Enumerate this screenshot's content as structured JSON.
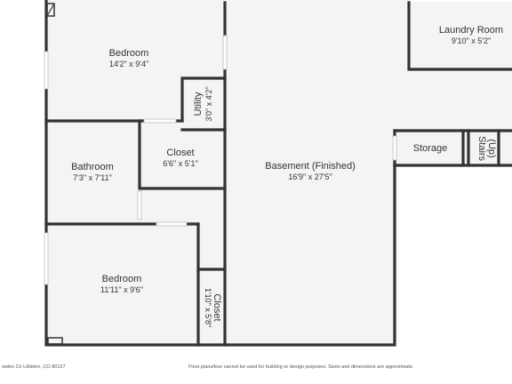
{
  "rooms": {
    "bedroom1": {
      "name": "Bedroom",
      "dim": "14'2\" x 9'4\""
    },
    "utility": {
      "name": "Utility",
      "dim": "3'0\" x 4'2\""
    },
    "closet1": {
      "name": "Closet",
      "dim": "6'6\" x 5'1\""
    },
    "bathroom": {
      "name": "Bathroom",
      "dim": "7'3\" x 7'11\""
    },
    "basement": {
      "name": "Basement (Finished)",
      "dim": "16'9\" x 27'5\""
    },
    "laundry": {
      "name": "Laundry Room",
      "dim": "9'10\" x 5'2\""
    },
    "storage": {
      "name": "Storage"
    },
    "stairs": {
      "name": "Stairs",
      "note": "(Up)"
    },
    "bedroom2": {
      "name": "Bedroom",
      "dim": "11'11\" x 9'6\""
    },
    "closet2": {
      "name": "Closet",
      "dim": "1'10\" x 5'8\""
    }
  },
  "footer": {
    "address": "owles Cir Littleton, CO 80127",
    "disclaimer": "Floor plans/tour cannot be used for building or design purposes. Sizes and dimensions are approximate."
  },
  "colors": {
    "wall": "#333333",
    "floor": "#f4f4f4",
    "background": "#ffffff"
  }
}
